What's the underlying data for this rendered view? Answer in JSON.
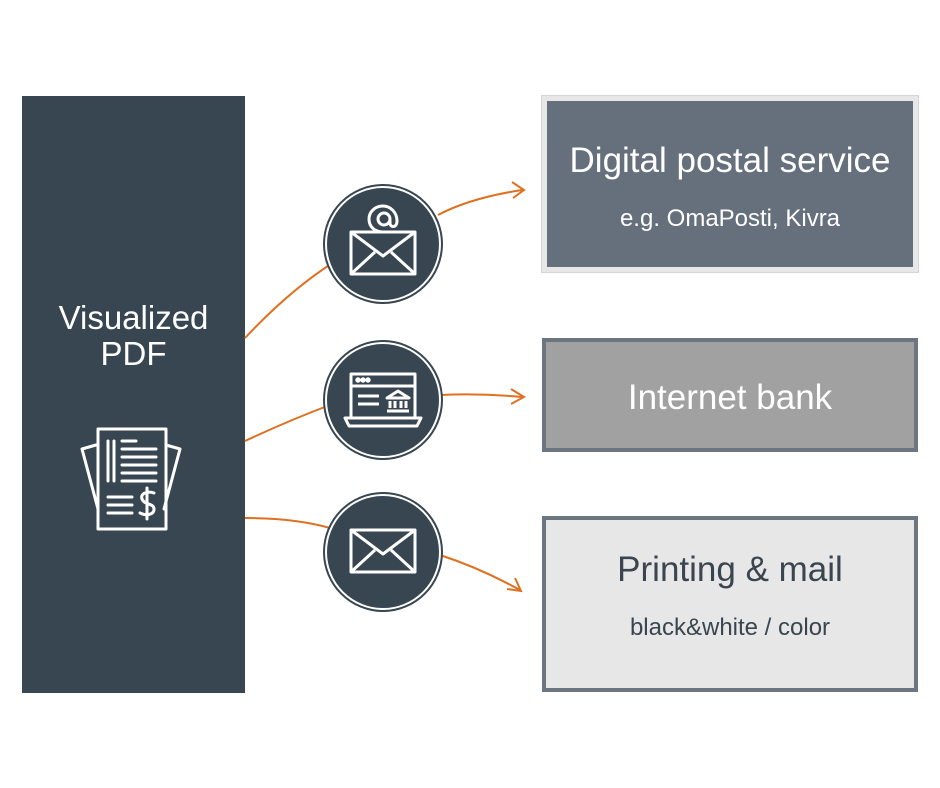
{
  "source": {
    "title_line1": "Visualized",
    "title_line2": "PDF",
    "icon": "invoice-document-icon"
  },
  "channels": [
    {
      "icon": "email-envelope-icon"
    },
    {
      "icon": "laptop-bank-icon"
    },
    {
      "icon": "envelope-icon"
    }
  ],
  "destinations": {
    "digital_postal": {
      "title": "Digital postal service",
      "subtitle": "e.g. OmaPosti, Kivra"
    },
    "internet_bank": {
      "title": "Internet bank"
    },
    "printing_mail": {
      "title": "Printing & mail",
      "subtitle": "black&white / color"
    }
  },
  "colors": {
    "dark": "#384651",
    "arrow": "#e07020",
    "digital_bg": "#66707c",
    "bank_bg": "#a1a1a1",
    "print_bg": "#e7e7e7"
  }
}
